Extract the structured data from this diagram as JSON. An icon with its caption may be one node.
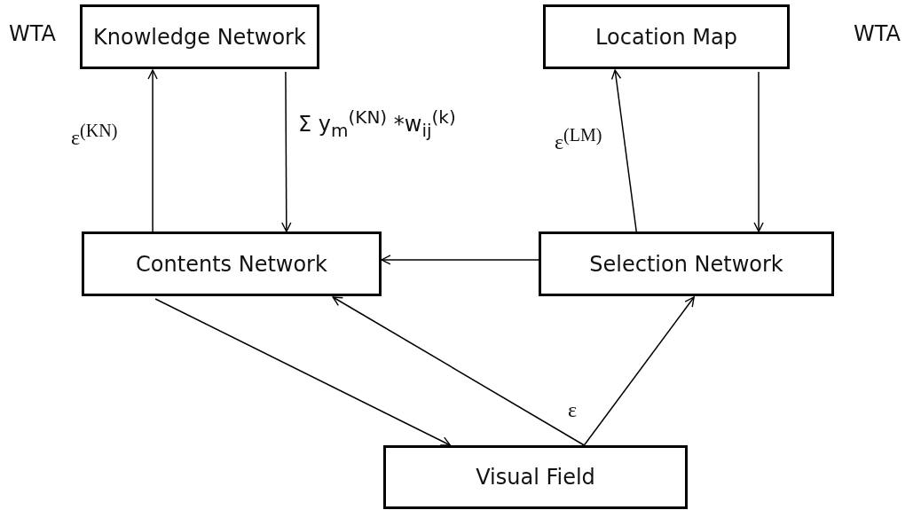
{
  "diagram": {
    "nodes": [
      {
        "text": [
          "Knowledge Network"
        ],
        "beside": [
          "WTA"
        ]
      },
      {
        "text": [
          "Location Map"
        ],
        "beside": [
          "WTA"
        ]
      },
      {
        "text": [
          "Contents Network"
        ]
      },
      {
        "text": [
          "Selection Network"
        ]
      },
      {
        "text": [
          "Visual Field"
        ]
      }
    ],
    "edges": [
      {
        "from": 2,
        "to": 0,
        "arrow": "to",
        "label": "ε$^{(KN)}$"
      },
      {
        "from": 0,
        "to": 2,
        "arrow": "to",
        "label": "Σ y$_{m}$$^{(KN)}$ *w$_{ij}$$^{(k)}$"
      },
      {
        "from": 3,
        "to": 1,
        "arrow": "to",
        "label": "ε$^{(LM)}$"
      },
      {
        "from": 1,
        "to": 3,
        "arrow": "to"
      },
      {
        "from": 3,
        "to": 2,
        "arrow": "to"
      },
      {
        "from": 2,
        "to": 4,
        "arrow": "to"
      },
      {
        "from": 4,
        "to": 2,
        "arrow": "to"
      },
      {
        "from": 4,
        "to": 3,
        "arrow": "to",
        "label": "ε"
      }
    ]
  }
}
